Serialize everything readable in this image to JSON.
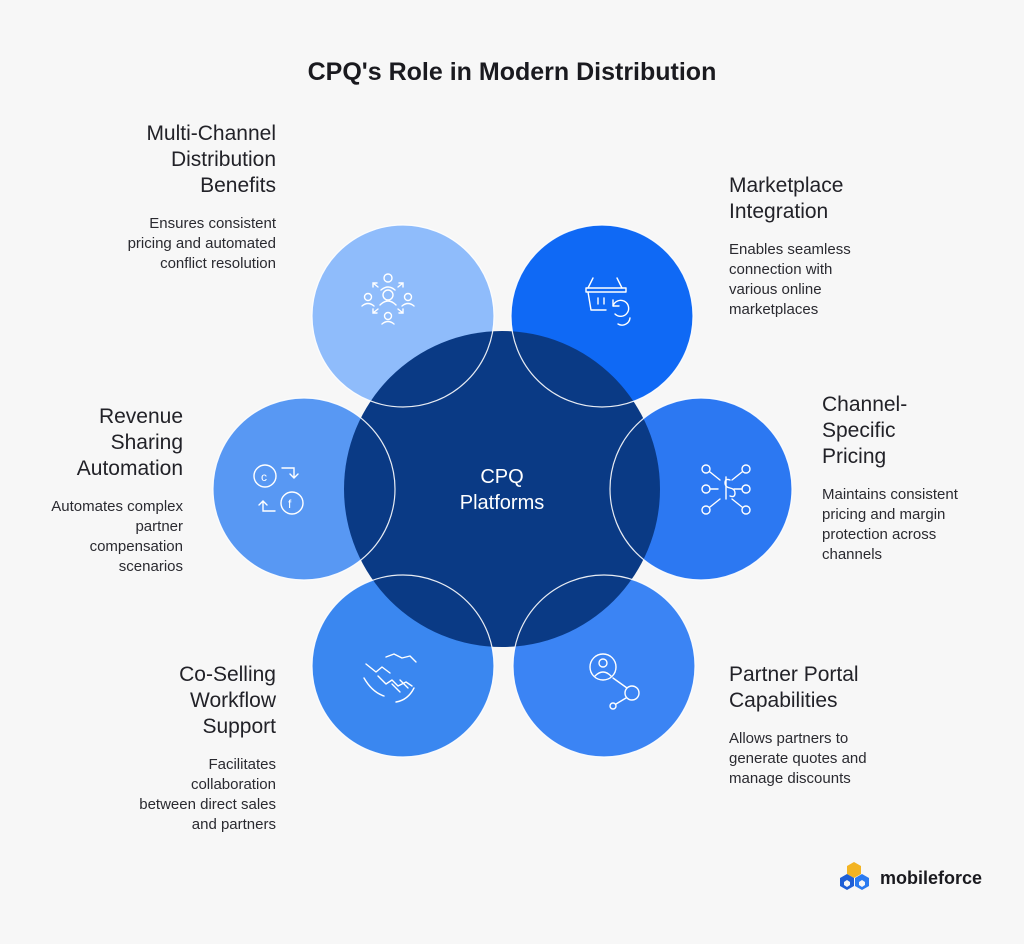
{
  "title": "CPQ's Role in Modern Distribution",
  "center": {
    "label_line1": "CPQ",
    "label_line2": "Platforms",
    "color": "#0a3a85"
  },
  "features": {
    "multi_channel": {
      "heading": "Multi-Channel Distribution Benefits",
      "description": "Ensures consistent pricing and automated conflict resolution",
      "icon": "people-network-icon",
      "color": "#8fbcfb"
    },
    "marketplace": {
      "heading": "Marketplace Integration",
      "description": "Enables seamless connection with various online marketplaces",
      "icon": "basket-refresh-icon",
      "color": "#0f69f5"
    },
    "channel_pricing": {
      "heading": "Channel-Specific Pricing",
      "description": "Maintains consistent pricing and margin protection across channels",
      "icon": "dollar-network-icon",
      "color": "#2c78f2"
    },
    "partner_portal": {
      "heading": "Partner Portal Capabilities",
      "description": "Allows partners to generate quotes and manage discounts",
      "icon": "user-share-icon",
      "color": "#3b84f4"
    },
    "co_selling": {
      "heading": "Co-Selling Workflow Support",
      "description": "Facilitates collaboration between direct sales and partners",
      "icon": "handshake-icon",
      "color": "#3a87f0"
    },
    "revenue_sharing": {
      "heading": "Revenue Sharing Automation",
      "description": "Automates complex partner compensation scenarios",
      "icon": "coin-exchange-icon",
      "color": "#5898f3"
    }
  },
  "logo": {
    "text": "mobileforce"
  }
}
